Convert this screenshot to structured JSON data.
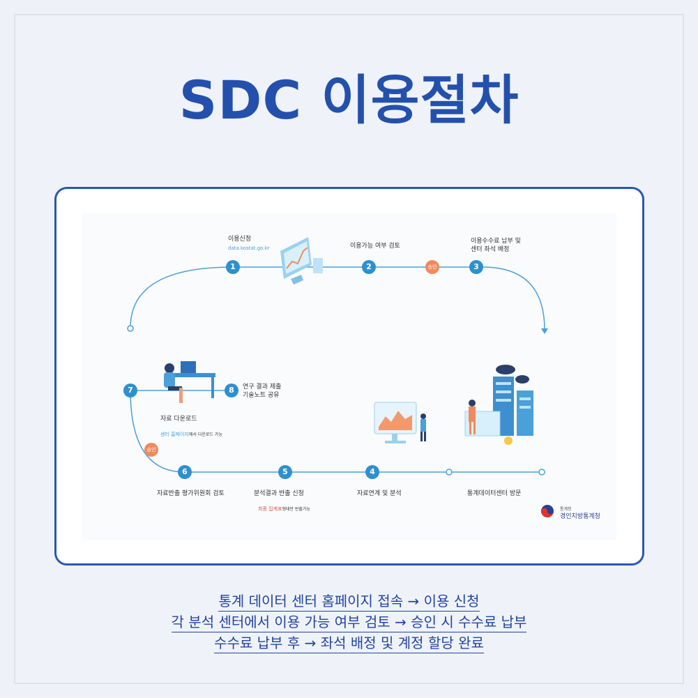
{
  "title": "SDC 이용절차",
  "steps": [
    {
      "num": "1",
      "label": "이용신청",
      "sub": "data.kostat.go.kr"
    },
    {
      "num": "2",
      "label": "이용가능 여부 검토"
    },
    {
      "num": "3",
      "label_line1": "이용수수료 납부 및",
      "label_line2": "센터 좌석 배정"
    },
    {
      "num": "4",
      "label": "자료연계 및 분석"
    },
    {
      "num": "5",
      "label": "분석결과 반출 신청",
      "sub_a": "최종 집계표",
      "sub_b": "형태만 반출가능"
    },
    {
      "num": "6",
      "label": "자료반출 평가위원회 검토"
    },
    {
      "num": "7",
      "label": "자료 다운로드",
      "sub_a": "센터 홈페이지",
      "sub_b": "에서 다운로드 가능"
    },
    {
      "num": "8",
      "label_line1": "연구 결과 제출",
      "label_line2": "기술노트 공유"
    }
  ],
  "visit_label": "통계데이터센터 방문",
  "approve_label": "승인",
  "logo": {
    "line1": "통계청",
    "line2": "경인지방통계청"
  },
  "captions": [
    "통계 데이터 센터 홈페이지 접속 → 이용 신청",
    "각 분석 센터에서 이용 가능 여부 검토 → 승인 시 수수료 납부",
    "수수료 납부 후 → 좌석 배정 및 계정 할당 완료"
  ],
  "colors": {
    "accent": "#2450ad",
    "line": "#4aa0d8",
    "step": "#2f8fcf",
    "approve": "#f08a5d"
  }
}
